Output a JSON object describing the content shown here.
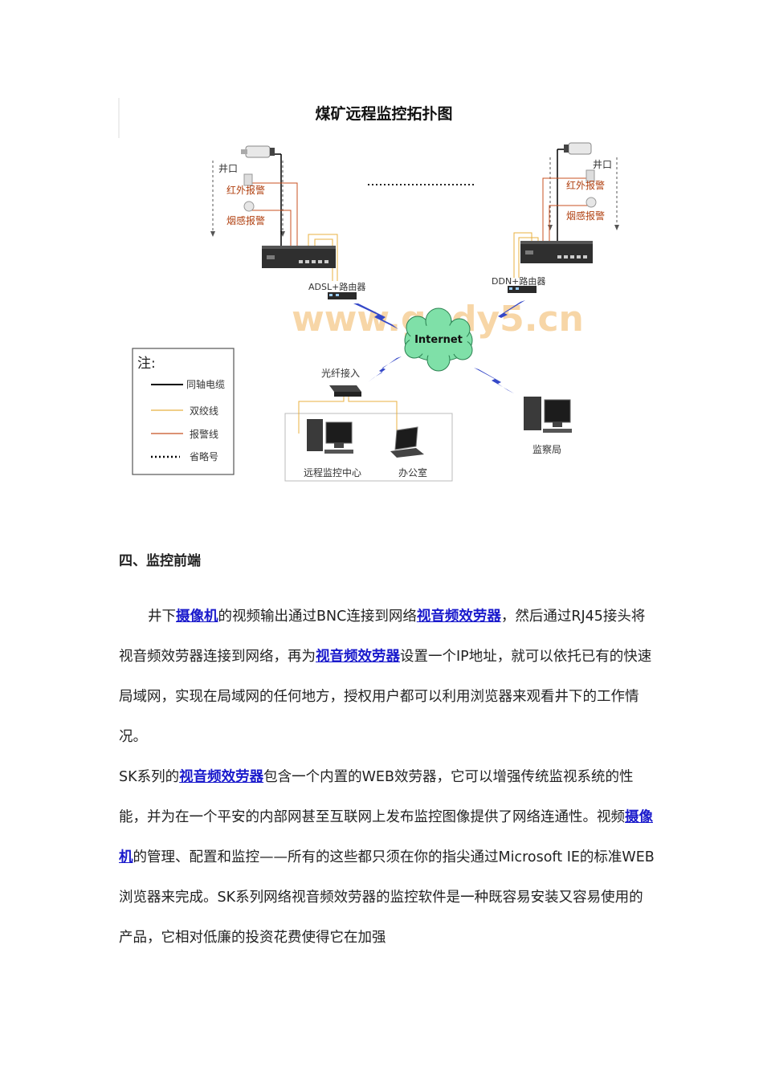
{
  "diagram": {
    "title": "煤矿远程监控拓扑图",
    "left_site": {
      "wellhead": "井口",
      "infrared": "红外报警",
      "smoke": "烟感报警",
      "router": "ADSL+路由器"
    },
    "right_site": {
      "wellhead": "井口",
      "infrared": "红外报警",
      "smoke": "烟感报警",
      "router": "DDN+路由器"
    },
    "internet": "Internet",
    "fiber": "光纤接入",
    "remote_center": "远程监控中心",
    "office": "办公室",
    "supervision": "监察局",
    "watermark": "www.ggdy5.cn",
    "legend": {
      "title": "注:",
      "items": [
        {
          "label": "同轴电缆",
          "color": "#000000"
        },
        {
          "label": "双绞线",
          "color": "#e8b040"
        },
        {
          "label": "报警线",
          "color": "#c85020"
        },
        {
          "label": "省略号",
          "color": "#000000"
        }
      ]
    }
  },
  "section": {
    "heading": "四、监控前端"
  },
  "p1": [
    "井下",
    "摄像机",
    "的视频输出通过BNC连接到网络",
    "视音频效劳器",
    "，然后通过RJ45接头将视音频效劳器连接到网络，再为",
    "视音频效劳器",
    "设置一个IP地址，就可以依托已有的快速局域网，实现在局域网的任何地方，授权用户都可以利用浏览器来观看井下的工作情况。"
  ],
  "p2": [
    "SK系列的",
    "视音频效劳器",
    "包含一个内置的WEB效劳器，它可以增强传统监视系统的性能，并为在一个平安的内部网甚至互联网上发布监控图像提供了网络连通性。视频",
    "摄像机",
    "的管理、配置和监控——所有的这些都只须在你的指尖通过Microsoft IE的标准WEB浏览器来完成。SK系列网络视音频效劳器的监控软件是一种既容易安装又容易使用的产品，它相对低廉的投资花费使得它在加强"
  ],
  "colors": {
    "link": "#1a1acc",
    "twisted_pair": "#e8b040",
    "alarm_line": "#c85020",
    "cloud": "#7fe0a8",
    "watermark": "#f5c98a"
  }
}
